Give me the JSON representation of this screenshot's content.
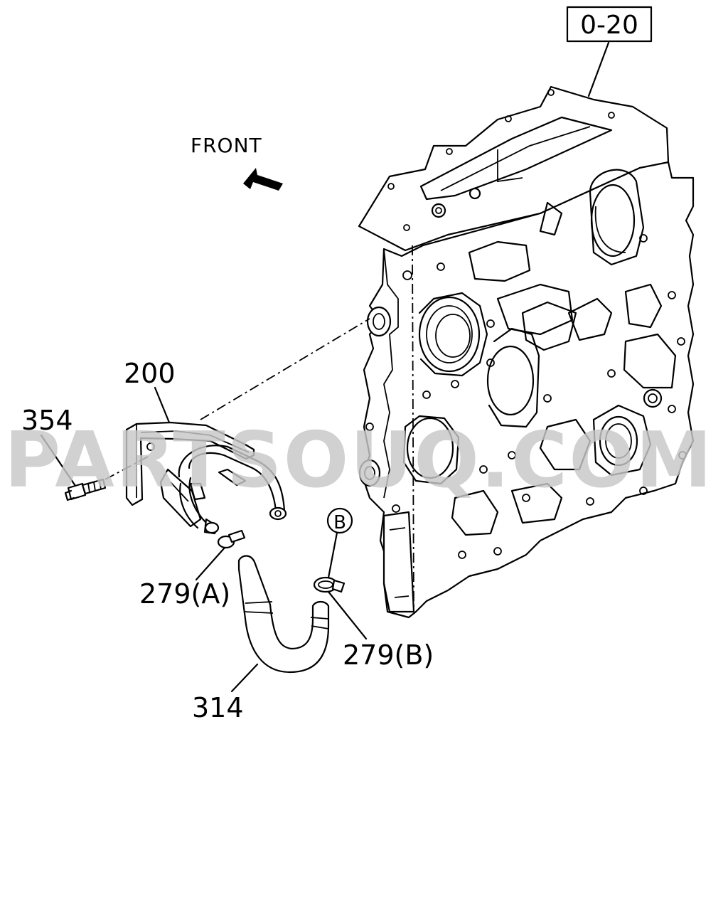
{
  "reference_box": "0-20",
  "direction_label": "FRONT",
  "watermark": "PARTSOUQ.COM",
  "callout_circle": "B",
  "parts": [
    {
      "id": "p200",
      "label": "200"
    },
    {
      "id": "p354",
      "label": "354"
    },
    {
      "id": "p279a",
      "label": "279(A)"
    },
    {
      "id": "p279b",
      "label": "279(B)"
    },
    {
      "id": "p314",
      "label": "314"
    }
  ]
}
